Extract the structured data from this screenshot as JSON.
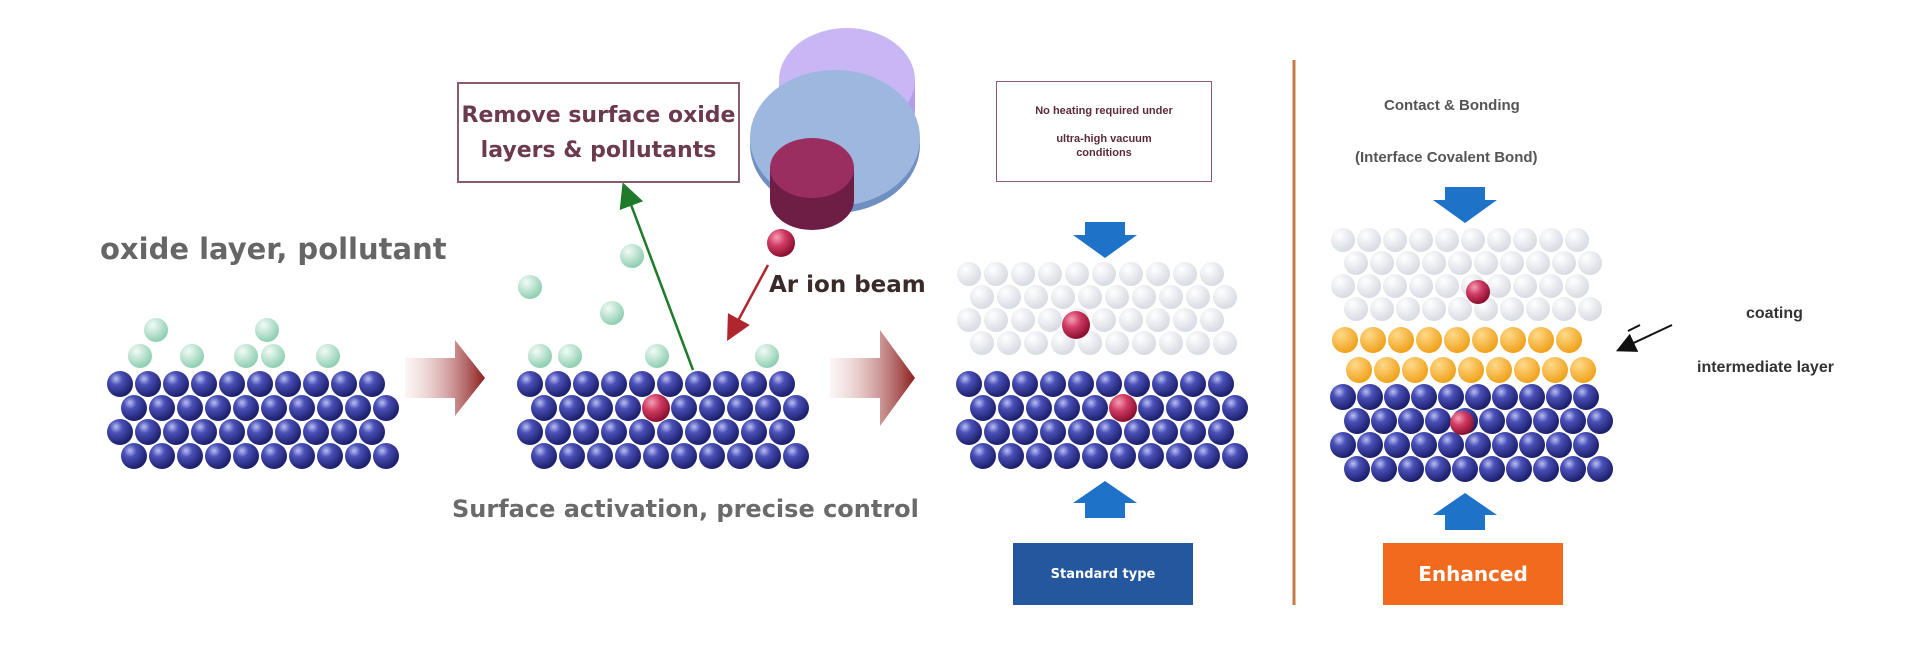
{
  "stage1": {
    "label": "oxide layer, pollutant"
  },
  "stage2": {
    "callout_line1": "Remove surface oxide",
    "callout_line2": "layers & pollutants",
    "beam_label": "Ar ion beam",
    "caption": "Surface activation, precise control"
  },
  "stage3": {
    "note_line1": "No heating required under",
    "note_line2": "ultra-high vacuum",
    "note_line3": "conditions",
    "button_label": "Standard type"
  },
  "stage4": {
    "heading_line1": "Contact & Bonding",
    "heading_line2": "(Interface Covalent Bond)",
    "side_label_line1": "coating",
    "side_label_line2": "intermediate layer",
    "button_label": "Enhanced"
  },
  "colors": {
    "substrate_atom": "#3b3f9c",
    "pollutant_atom": "#a8d8c2",
    "impurity_atom": "#c8254f",
    "upper_atom": "#e6e8ef",
    "coating_atom": "#f4ad2f",
    "arrow_red": "#8c1d1d",
    "arrow_blue": "#1e72c8",
    "standard_button": "#24579e",
    "enhanced_button": "#f26a1e",
    "divider": "#c97a4a"
  }
}
